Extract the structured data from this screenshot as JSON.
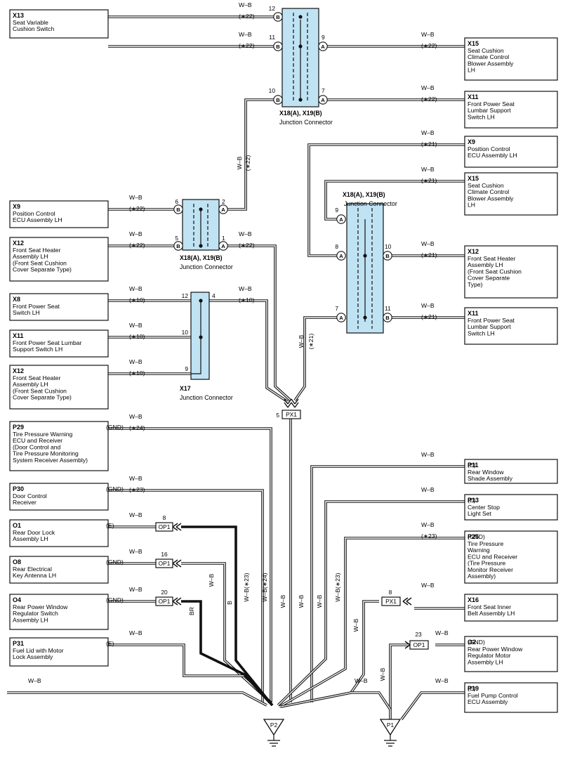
{
  "wire_color": "W–B",
  "colors": {
    "brown_wire": "#b45a34",
    "black_wire": "#1a1a1a",
    "junction_fill": "#bfe3f3"
  },
  "components_left": [
    {
      "id": "x13_top",
      "code": "X13",
      "name": [
        "Seat Variable",
        "Cushion Switch"
      ]
    },
    {
      "id": "x9_left",
      "code": "X9",
      "name": [
        "Position Control",
        "ECU Assembly LH"
      ]
    },
    {
      "id": "x12_left1",
      "code": "X12",
      "name": [
        "Front Seat Heater",
        "Assembly LH",
        "(Front Seat Cushion",
        " Cover Separate Type)"
      ]
    },
    {
      "id": "x8_left",
      "code": "X8",
      "name": [
        "Front Power Seat",
        "Switch LH"
      ]
    },
    {
      "id": "x11_left",
      "code": "X11",
      "name": [
        "Front Power Seat Lumbar",
        "Support Switch LH"
      ]
    },
    {
      "id": "x12_left2",
      "code": "X12",
      "name": [
        "Front Seat Heater",
        "Assembly LH",
        "(Front Seat Cushion",
        " Cover Separate Type)"
      ]
    },
    {
      "id": "p29_left",
      "code": "P29",
      "tag": "(GND)",
      "name": [
        "Tire Pressure Warning",
        "ECU and Receiver",
        "(Door Control and",
        " Tire Pressure Monitoring",
        " System Receiver Assembly)"
      ]
    },
    {
      "id": "p30_left",
      "code": "P30",
      "tag": "(GND)",
      "name": [
        "Door Control",
        "Receiver"
      ]
    },
    {
      "id": "o1_left",
      "code": "O1",
      "tag": "(E)",
      "name": [
        "Rear Door Lock",
        "Assembly LH"
      ]
    },
    {
      "id": "o8_left",
      "code": "O8",
      "tag": "(GND)",
      "name": [
        "Rear Electrical",
        "Key Antenna LH"
      ]
    },
    {
      "id": "o4_left",
      "code": "O4",
      "tag": "(GND)",
      "name": [
        "Rear Power Window",
        "Regulator Switch",
        "Assembly LH"
      ]
    },
    {
      "id": "p31_left",
      "code": "P31",
      "tag": "(E)",
      "name": [
        "Fuel Lid with Motor",
        "Lock Assembly"
      ]
    }
  ],
  "components_right": [
    {
      "id": "x15_r1",
      "code": "X15",
      "name": [
        "Seat Cushion",
        "Climate Control",
        "Blower Assembly",
        "LH"
      ]
    },
    {
      "id": "x11_r1",
      "code": "X11",
      "name": [
        "Front Power Seat",
        "Lumbar Support",
        "Switch LH"
      ]
    },
    {
      "id": "x9_r",
      "code": "X9",
      "name": [
        "Position Control",
        "ECU Assembly LH"
      ]
    },
    {
      "id": "x15_r2",
      "code": "X15",
      "name": [
        "Seat Cushion",
        "Climate Control",
        "Blower Assembly",
        "LH"
      ]
    },
    {
      "id": "x12_r",
      "code": "X12",
      "name": [
        "Front Seat Heater",
        "Assembly LH",
        "(Front Seat Cushion",
        " Cover Separate",
        " Type)"
      ]
    },
    {
      "id": "x11_r2",
      "code": "X11",
      "name": [
        "Front Power Seat",
        "Lumbar Support",
        "Switch LH"
      ]
    },
    {
      "id": "p11_r",
      "code": "P11",
      "tag": "(E)",
      "name": [
        "Rear Window",
        "Shade Assembly"
      ]
    },
    {
      "id": "p13_r",
      "code": "P13",
      "tag": "(E)",
      "name": [
        "Center Stop",
        "Light Set"
      ]
    },
    {
      "id": "p25_r",
      "code": "P25",
      "tag": "(GND)",
      "name": [
        "Tire Pressure",
        "Warning",
        "ECU and Receiver",
        "(Tire Pressure",
        " Monitor Receiver",
        " Assembly)"
      ]
    },
    {
      "id": "x16_r",
      "code": "X16",
      "name": [
        "Front Seat Inner",
        "Belt Assembly LH"
      ]
    },
    {
      "id": "o2_r",
      "code": "O2",
      "tag": "(GND)",
      "name": [
        "Rear Power Window",
        "Regulator Motor",
        "Assembly LH"
      ]
    },
    {
      "id": "p19_r",
      "code": "P19",
      "tag": "(E)",
      "name": [
        "Fuel Pump Control",
        "ECU Assembly"
      ]
    }
  ],
  "junctions": {
    "j_top": {
      "title": "X18(A), X19(B)",
      "sub": "Junction Connector"
    },
    "j_mid": {
      "title": "X18(A), X19(B)",
      "sub": "Junction Connector"
    },
    "j_right": {
      "title": "X18(A), X19(B)",
      "sub": "Junction Connector"
    },
    "j_x17": {
      "title": "X17",
      "sub": "Junction Connector"
    }
  },
  "pins": {
    "A": "A",
    "B": "B"
  },
  "pin_numbers": {
    "top_12": "12",
    "top_11": "11",
    "top_10": "10",
    "top_9": "9",
    "top_7": "7",
    "mid_6": "6",
    "mid_5": "5",
    "mid_2": "2",
    "mid_1": "1",
    "x17_12": "12",
    "x17_10": "10",
    "x17_9": "9",
    "x17_4": "4",
    "r_9": "9",
    "r_8": "8",
    "r_7": "7",
    "r_10": "10",
    "r_11": "11",
    "px1_5": "5",
    "op1_8": "8",
    "op1_16": "16",
    "op1_20": "20",
    "px1_r8": "8",
    "op1_23": "23"
  },
  "notes": {
    "s22": "(∗22)",
    "s21": "(∗21)",
    "s10": "(∗10)",
    "s24": "(∗24)",
    "s23": "(∗23)"
  },
  "vertical_labels": {
    "b": "B",
    "br": "BR",
    "wb": "W–B",
    "wb23": "W–B(∗23)",
    "wb24": "W–B(∗24)"
  },
  "connectors": {
    "px1": "PX1",
    "op1": "OP1"
  },
  "grounds": {
    "p2": "P2",
    "p1": "P1"
  }
}
